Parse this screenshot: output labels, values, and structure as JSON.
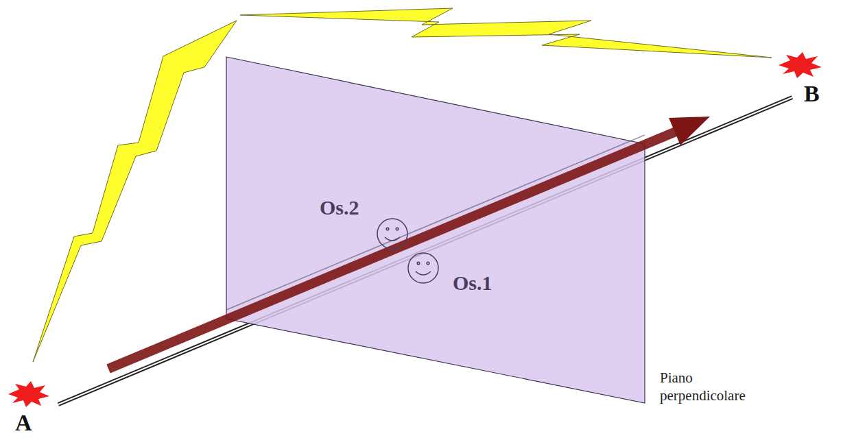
{
  "diagram": {
    "labels": [
      "A",
      "B",
      "Os.2",
      "Os.1",
      "Piano perpendicolare"
    ]
  }
}
